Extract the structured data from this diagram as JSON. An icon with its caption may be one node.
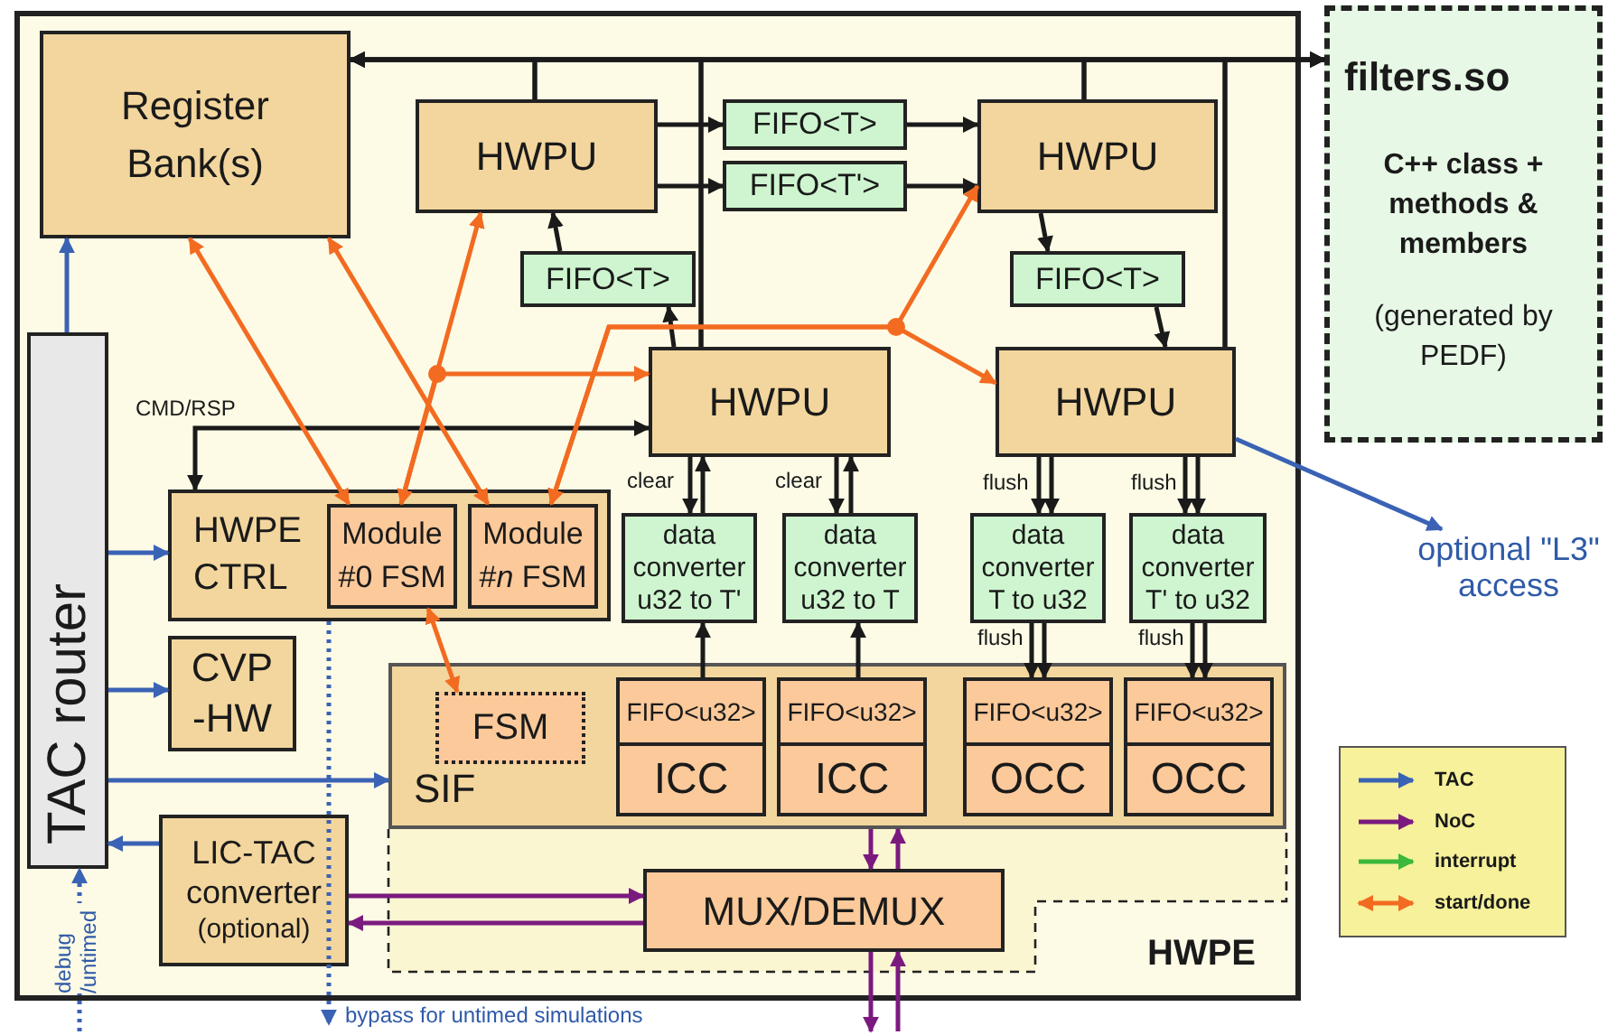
{
  "diagram": {
    "nodes": [
      {
        "text": [
          "HWPE"
        ]
      },
      {
        "text": [
          "Register Bank(s)"
        ],
        "in": 0
      },
      {
        "text": [
          "HWPU"
        ],
        "in": 0
      },
      {
        "text": [
          "FIFO<T>"
        ],
        "in": 0
      },
      {
        "text": [
          "FIFO<T'>"
        ],
        "in": 0
      },
      {
        "text": [
          "HWPU"
        ],
        "in": 0
      },
      {
        "text": [
          "FIFO<T>"
        ],
        "in": 0
      },
      {
        "text": [
          "FIFO<T>"
        ],
        "in": 0
      },
      {
        "text": [
          "HWPU"
        ],
        "in": 0
      },
      {
        "text": [
          "HWPU"
        ],
        "in": 0
      },
      {
        "text": [
          "TAC router"
        ],
        "in": 0
      },
      {
        "text": [
          "HWPE CTRL"
        ],
        "in": 0
      },
      {
        "text": [
          "Module #0 FSM"
        ],
        "in": 11
      },
      {
        "text": [
          "Module #*n* FSM"
        ],
        "in": 11
      },
      {
        "text": [
          "data converter u32 to T'"
        ],
        "in": 0
      },
      {
        "text": [
          "data converter u32 to T"
        ],
        "in": 0
      },
      {
        "text": [
          "data converter T to u32"
        ],
        "in": 0
      },
      {
        "text": [
          "data converter T' to u32"
        ],
        "in": 0
      },
      {
        "text": [
          "CVP -HW"
        ],
        "in": 0
      },
      {
        "text": [
          "SIF"
        ],
        "in": 0
      },
      {
        "text": [
          "FSM"
        ],
        "in": 19
      },
      {
        "text": [
          "FIFO<u32>",
          "ICC"
        ],
        "in": 19
      },
      {
        "text": [
          "FIFO<u32>",
          "ICC"
        ],
        "in": 19
      },
      {
        "text": [
          "FIFO<u32>",
          "OCC"
        ],
        "in": 19
      },
      {
        "text": [
          "FIFO<u32>",
          "OCC"
        ],
        "in": 19
      },
      {
        "text": [
          "LIC-TAC converter",
          "(optional)"
        ],
        "in": 0
      },
      {
        "text": [
          "MUX/DEMUX"
        ],
        "in": 0
      },
      {
        "text": [
          "filters.so",
          "C++ class + methods & members",
          "(generated by PEDF)"
        ]
      },
      {
        "text": [
          "optional \"L3\" access"
        ]
      }
    ],
    "edges": [
      {
        "from": 2,
        "to": 1,
        "arrow": "to"
      },
      {
        "from": 2,
        "to": 27,
        "arrow": "to"
      },
      {
        "from": 8,
        "to": 1,
        "arrow": "to"
      },
      {
        "from": 8,
        "to": 27,
        "arrow": "to"
      },
      {
        "from": 5,
        "to": 1,
        "arrow": "to"
      },
      {
        "from": 5,
        "to": 27,
        "arrow": "to"
      },
      {
        "from": 9,
        "to": 1,
        "arrow": "to"
      },
      {
        "from": 9,
        "to": 27,
        "arrow": "to"
      },
      {
        "from": 2,
        "to": 3,
        "arrow": "to"
      },
      {
        "from": 2,
        "to": 4,
        "arrow": "to"
      },
      {
        "from": 3,
        "to": 5,
        "arrow": "to"
      },
      {
        "from": 4,
        "to": 5,
        "arrow": "to"
      },
      {
        "from": 6,
        "to": 2,
        "arrow": "to"
      },
      {
        "from": 8,
        "to": 6,
        "arrow": "to"
      },
      {
        "from": 5,
        "to": 7,
        "arrow": "to"
      },
      {
        "from": 7,
        "to": 9,
        "arrow": "to"
      },
      {
        "from": 11,
        "to": 8,
        "arrow": "both",
        "label": "CMD/RSP"
      },
      {
        "from": 8,
        "to": 14,
        "arrow": "to",
        "label": "clear"
      },
      {
        "from": 14,
        "to": 8,
        "arrow": "to"
      },
      {
        "from": 8,
        "to": 15,
        "arrow": "to",
        "label": "clear"
      },
      {
        "from": 15,
        "to": 8,
        "arrow": "to"
      },
      {
        "from": 9,
        "to": 16,
        "arrow": "to",
        "label": "flush"
      },
      {
        "from": 9,
        "to": 16,
        "arrow": "to"
      },
      {
        "from": 9,
        "to": 17,
        "arrow": "to",
        "label": "flush"
      },
      {
        "from": 9,
        "to": 17,
        "arrow": "to"
      },
      {
        "from": 16,
        "to": 23,
        "arrow": "to",
        "label": "flush"
      },
      {
        "from": 16,
        "to": 23,
        "arrow": "to"
      },
      {
        "from": 17,
        "to": 24,
        "arrow": "to",
        "label": "flush"
      },
      {
        "from": 17,
        "to": 24,
        "arrow": "to"
      },
      {
        "from": 21,
        "to": 14,
        "arrow": "to"
      },
      {
        "from": 22,
        "to": 15,
        "arrow": "to"
      },
      {
        "from": 1,
        "to": 12,
        "arrow": "both",
        "color": "#f26b21"
      },
      {
        "from": 1,
        "to": 13,
        "arrow": "both",
        "color": "#f26b21"
      },
      {
        "from": 12,
        "to": 2,
        "arrow": "both",
        "color": "#f26b21"
      },
      {
        "from": 12,
        "to": 8,
        "arrow": "to",
        "color": "#f26b21"
      },
      {
        "from": 13,
        "to": 5,
        "arrow": "both",
        "color": "#f26b21"
      },
      {
        "from": 13,
        "to": 9,
        "arrow": "both",
        "color": "#f26b21"
      },
      {
        "from": 12,
        "to": 20,
        "arrow": "both",
        "color": "#f26b21"
      },
      {
        "from": 10,
        "to": 1,
        "arrow": "to",
        "color": "#3a62b5"
      },
      {
        "from": 10,
        "to": 11,
        "arrow": "to",
        "color": "#3a62b5"
      },
      {
        "from": 10,
        "to": 18,
        "arrow": "to",
        "color": "#3a62b5"
      },
      {
        "from": 10,
        "to": 19,
        "arrow": "to",
        "color": "#3a62b5"
      },
      {
        "from": 25,
        "to": 10,
        "arrow": "to",
        "color": "#3a62b5"
      },
      {
        "from": 25,
        "to": 26,
        "arrow": "to",
        "color": "#7b1a7e"
      },
      {
        "from": 26,
        "to": 25,
        "arrow": "to",
        "color": "#7b1a7e"
      },
      {
        "from": 19,
        "to": 26,
        "arrow": "to",
        "color": "#7b1a7e"
      },
      {
        "from": 26,
        "to": 19,
        "arrow": "to",
        "color": "#7b1a7e"
      },
      {
        "from": 26,
        "to": null,
        "arrow": "to",
        "color": "#7b1a7e"
      },
      {
        "from": null,
        "to": 26,
        "arrow": "to",
        "color": "#7b1a7e"
      },
      {
        "from": 9,
        "to": 28,
        "arrow": "to",
        "color": "#3a62b5"
      },
      {
        "from": 11,
        "to": null,
        "arrow": "to",
        "label": "bypass for untimed simulations",
        "style": "dashed",
        "color": "#3a62b5"
      },
      {
        "from": null,
        "to": 10,
        "arrow": "to",
        "label": "debug /untimed",
        "style": "dashed",
        "color": "#3a62b5"
      }
    ],
    "legend": [
      {
        "text": "TAC",
        "color": "#3a62b5"
      },
      {
        "text": "NoC",
        "color": "#7b1a7e"
      },
      {
        "text": "interrupt",
        "color": "#3cb83c"
      },
      {
        "text": "start/done",
        "color": "#f26b21"
      }
    ]
  }
}
